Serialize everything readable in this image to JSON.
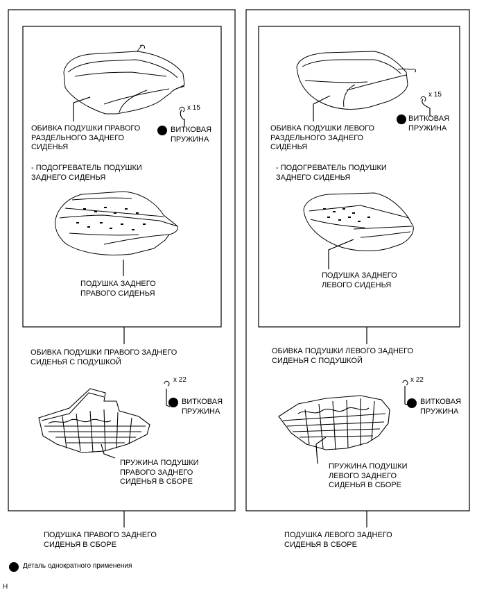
{
  "left": {
    "cover_label": "ОБИВКА ПОДУШКИ ПРАВОГО\nРАЗДЕЛЬНОГО ЗАДНЕГО\nСИДЕНЬЯ",
    "heater_label": "- ПОДОГРЕВАТЕЛЬ ПОДУШКИ\nЗАДНЕГО СИДЕНЬЯ",
    "pad_label": "ПОДУШКА ЗАДНЕГО\nПРАВОГО СИДЕНЬЯ",
    "cover_with_pad_label": "ОБИВКА ПОДУШКИ ПРАВОГО ЗАДНЕГО\nСИДЕНЬЯ С ПОДУШКОЙ",
    "spring_assy_label": "ПРУЖИНА ПОДУШКИ\nПРАВОГО ЗАДНЕГО\nСИДЕНЬЯ В СБОРЕ",
    "assembly_label": "ПОДУШКА ПРАВОГО ЗАДНЕГО\nСИДЕНЬЯ В СБОРЕ",
    "ring_qty_1": "x 15",
    "ring_label_1": "ВИТКОВАЯ\nПРУЖИНА",
    "ring_qty_2": "x 22",
    "ring_label_2": "ВИТКОВАЯ\nПРУЖИНА"
  },
  "right": {
    "cover_label": "ОБИВКА ПОДУШКИ ЛЕВОГО\nРАЗДЕЛЬНОГО ЗАДНЕГО\nСИДЕНЬЯ",
    "heater_label": "- ПОДОГРЕВАТЕЛЬ ПОДУШКИ\nЗАДНЕГО СИДЕНЬЯ",
    "pad_label": "ПОДУШКА ЗАДНЕГО\nЛЕВОГО СИДЕНЬЯ",
    "cover_with_pad_label": "ОБИВКА ПОДУШКИ ЛЕВОГО ЗАДНЕГО\nСИДЕНЬЯ С ПОДУШКОЙ",
    "spring_assy_label": "ПРУЖИНА ПОДУШКИ\nЛЕВОГО ЗАДНЕГО\nСИДЕНЬЯ В СБОРЕ",
    "assembly_label": "ПОДУШКА ЛЕВОГО ЗАДНЕГО\nСИДЕНЬЯ В СБОРЕ",
    "ring_qty_1": "x 15",
    "ring_label_1": "ВИТКОВАЯ\nПРУЖИНА",
    "ring_qty_2": "x 22",
    "ring_label_2": "ВИТКОВАЯ\nПРУЖИНА"
  },
  "legend": {
    "text": "Деталь однократного применения"
  },
  "corner_mark": "H"
}
